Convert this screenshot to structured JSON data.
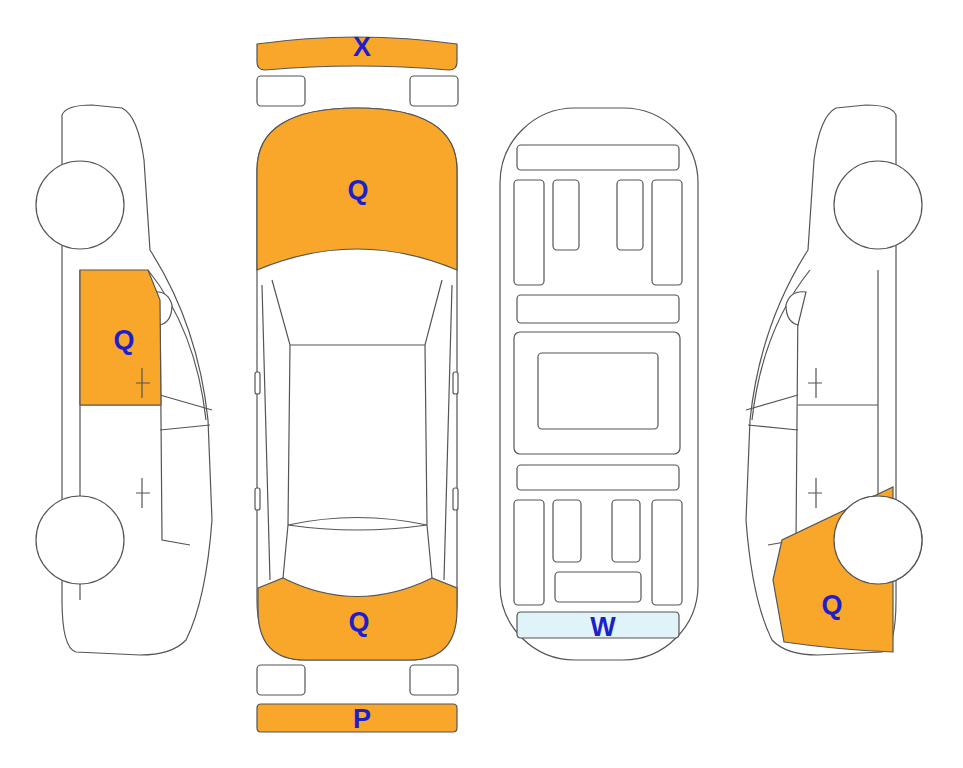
{
  "diagram": {
    "nodes": [
      {
        "text": [
          "X"
        ]
      },
      {
        "text": [
          "Q"
        ]
      },
      {
        "text": [
          "Q"
        ]
      },
      {
        "text": [
          "Q"
        ]
      },
      {
        "text": [
          "W"
        ]
      },
      {
        "text": [
          "Q"
        ]
      },
      {
        "text": [
          "P"
        ]
      }
    ]
  }
}
